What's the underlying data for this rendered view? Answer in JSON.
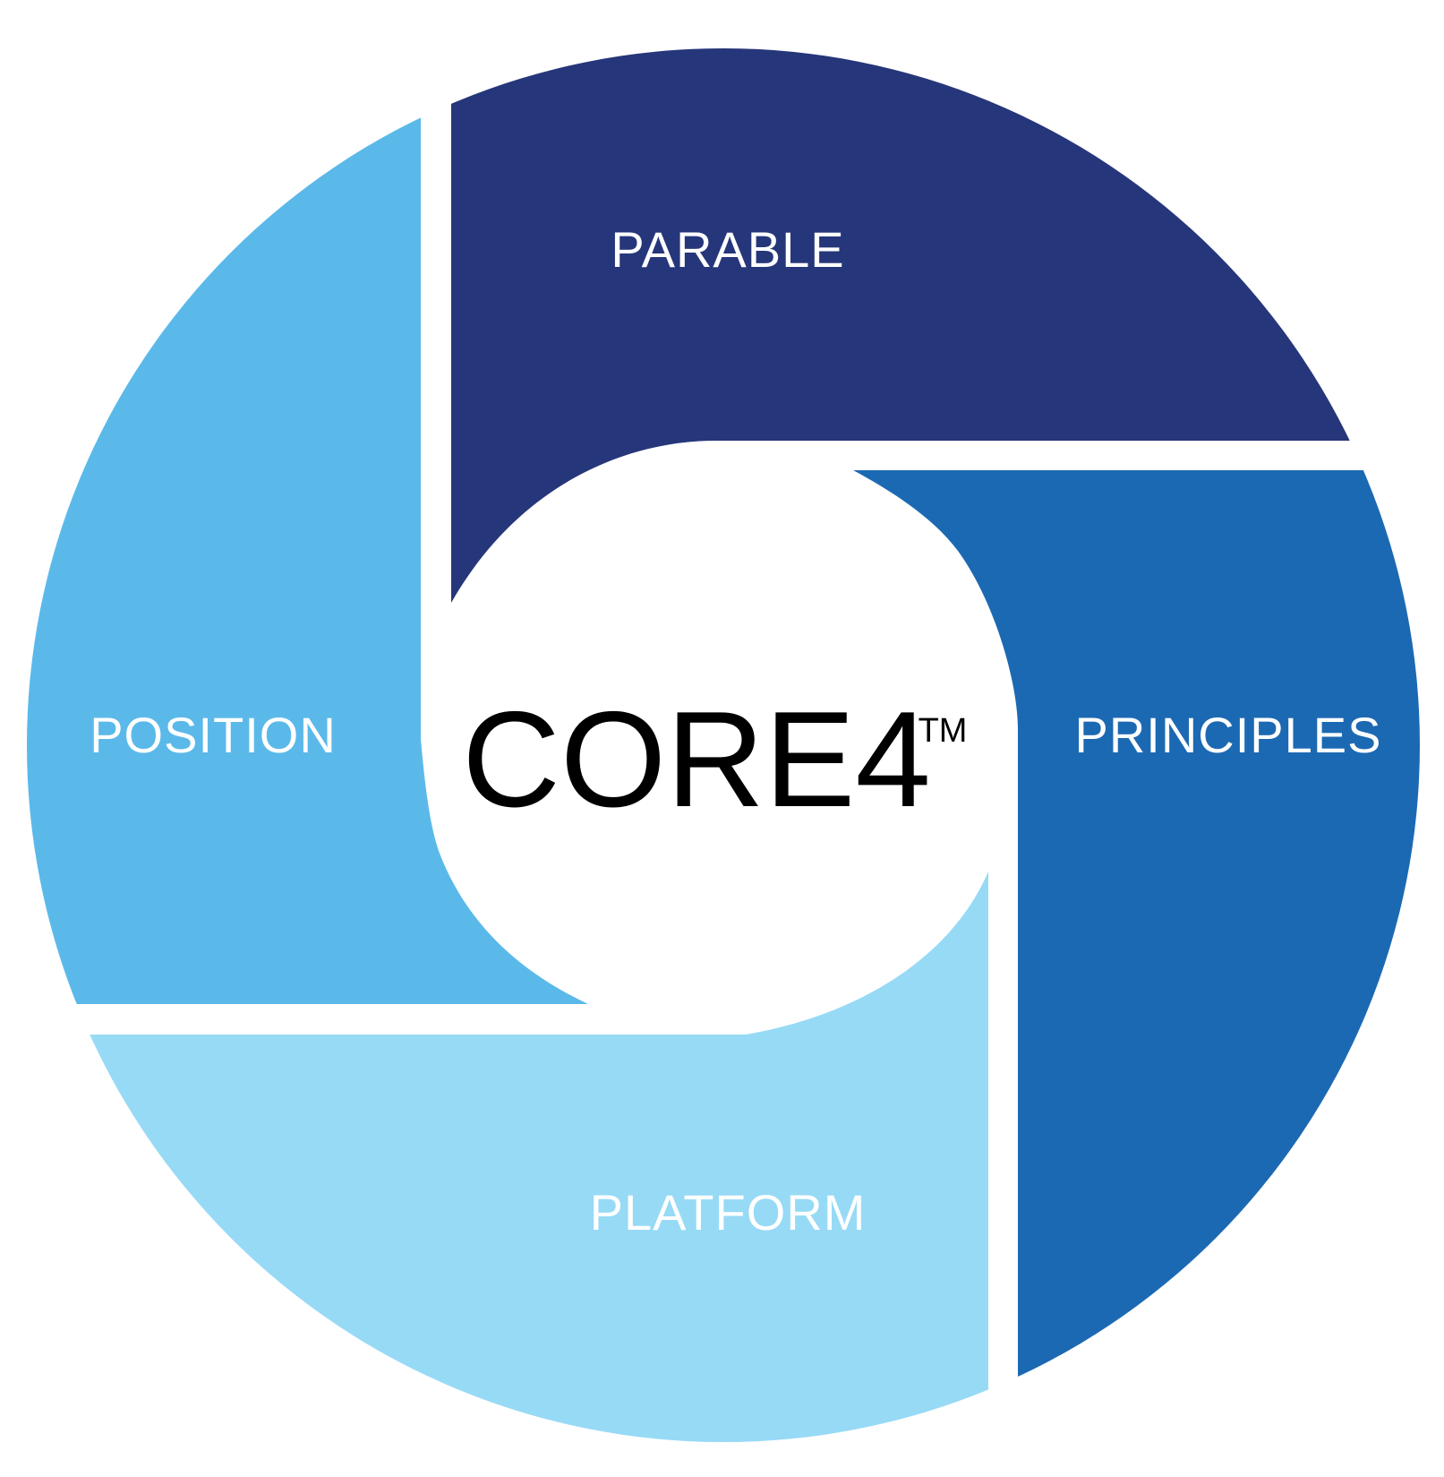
{
  "diagram": {
    "title": "CORE4",
    "trademark": "TM",
    "segments": [
      {
        "id": "parable",
        "label": "PARABLE",
        "color": "#26367a",
        "position": "top-right"
      },
      {
        "id": "principles",
        "label": "PRINCIPLES",
        "color": "#1c69b3",
        "position": "right"
      },
      {
        "id": "platform",
        "label": "PLATFORM",
        "color": "#97daf6",
        "position": "bottom"
      },
      {
        "id": "position",
        "label": "POSITION",
        "color": "#5bb9ea",
        "position": "left"
      }
    ],
    "background": "#ffffff"
  }
}
